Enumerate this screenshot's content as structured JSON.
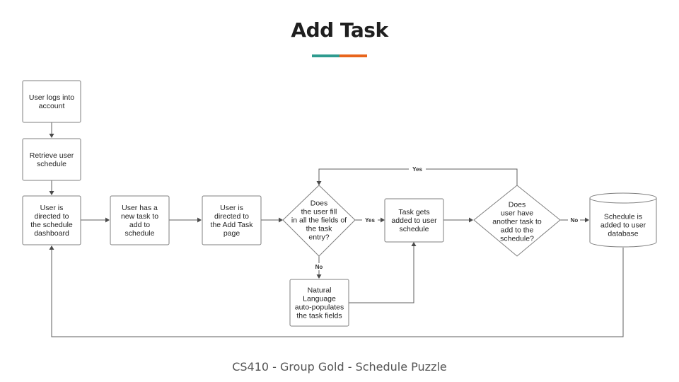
{
  "title": "Add Task",
  "footer": "CS410 - Group Gold - Schedule Puzzle",
  "colors": {
    "accent_teal": "#2e9b8f",
    "accent_orange": "#e8651c"
  },
  "nodes": {
    "login": [
      "User logs into",
      "account"
    ],
    "retrieve": [
      "Retrieve user",
      "schedule"
    ],
    "dashboard": [
      "User is",
      "directed to",
      "the schedule",
      "dashboard"
    ],
    "new_task": [
      "User has a",
      "new task to",
      "add to",
      "schedule"
    ],
    "add_page": [
      "User is",
      "directed to",
      "the Add Task",
      "page"
    ],
    "fill_decision": [
      "Does",
      "the user fill",
      "in all the fields of",
      "the task",
      "entry?"
    ],
    "task_added": [
      "Task gets",
      "added to user",
      "schedule"
    ],
    "another_decision": [
      "Does",
      "user have",
      "another task to",
      "add to the",
      "schedule?"
    ],
    "database": [
      "Schedule is",
      "added to user",
      "database"
    ],
    "natural_language": [
      "Natural",
      "Language",
      "auto-populates",
      "the task fields"
    ]
  },
  "edge_labels": {
    "yes_fill": "Yes",
    "no_fill": "No",
    "yes_another": "Yes",
    "no_another": "No"
  }
}
